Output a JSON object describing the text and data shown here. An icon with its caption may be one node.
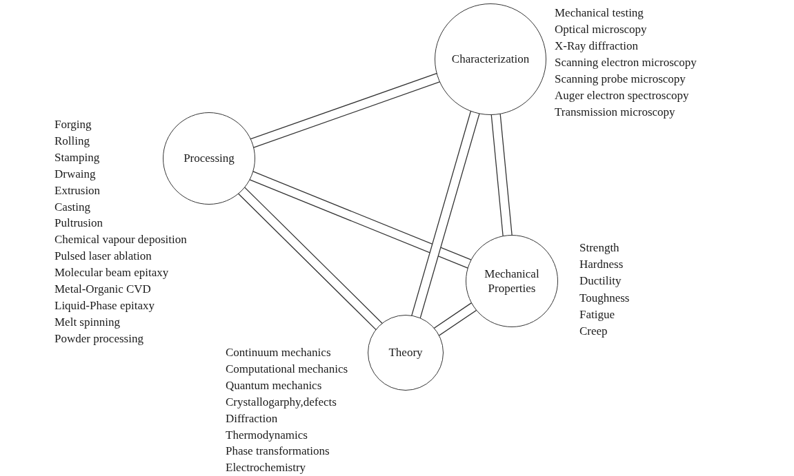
{
  "diagram": {
    "nodes": [
      {
        "text": [
          "Characterization"
        ],
        "beside": [
          "Mechanical testing",
          "Optical microscopy",
          "X-Ray diffraction",
          "Scanning electron microscopy",
          "Scanning probe microscopy",
          "Auger electron spectroscopy",
          "Transmission microscopy"
        ]
      },
      {
        "text": [
          "Processing"
        ],
        "beside": [
          "Forging",
          "Rolling",
          "Stamping",
          "Drwaing",
          "Extrusion",
          "Casting",
          "Pultrusion",
          "Chemical vapour deposition",
          "Pulsed laser ablation",
          "Molecular beam epitaxy",
          "Metal-Organic CVD",
          "Liquid-Phase epitaxy",
          "Melt spinning",
          "Powder processing"
        ]
      },
      {
        "text": [
          "Mechanical Properties"
        ],
        "beside": [
          "Strength",
          "Hardness",
          "Ductility",
          "Toughness",
          "Fatigue",
          "Creep"
        ]
      },
      {
        "text": [
          "Theory"
        ],
        "beside": [
          "Continuum mechanics",
          "Computational mechanics",
          "Quantum mechanics",
          "Crystallogarphy,defects",
          "Diffraction",
          "Thermodynamics",
          "Phase transformations",
          "Electrochemistry"
        ]
      }
    ],
    "edges": [
      {
        "from": 1,
        "to": 0,
        "arrow": "none"
      },
      {
        "from": 1,
        "to": 2,
        "arrow": "none"
      },
      {
        "from": 1,
        "to": 3,
        "arrow": "none"
      },
      {
        "from": 0,
        "to": 3,
        "arrow": "none"
      },
      {
        "from": 0,
        "to": 2,
        "arrow": "none"
      },
      {
        "from": 2,
        "to": 3,
        "arrow": "none"
      }
    ]
  }
}
